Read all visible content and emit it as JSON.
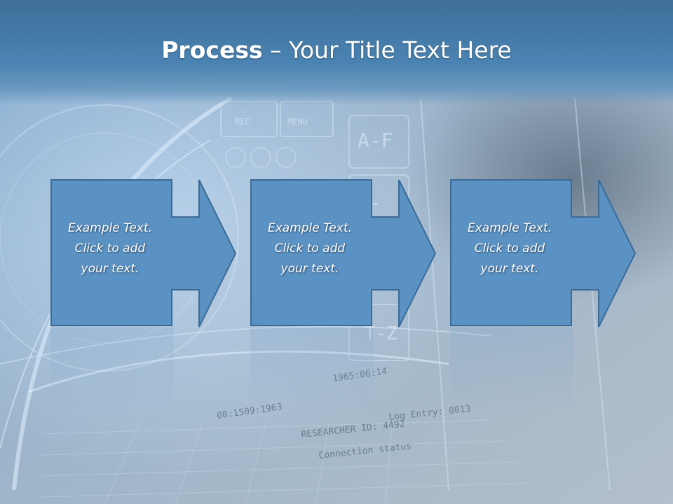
{
  "title": {
    "bold_part": "Process",
    "rest_part": " – Your Title Text Here"
  },
  "steps": [
    {
      "text": "Example Text.\nClick  to add\nyour text."
    },
    {
      "text": "Example Text.\nClick  to add\nyour text."
    },
    {
      "text": "Example Text.\nClick  to add\nyour text."
    }
  ],
  "background_hud": {
    "labels": [
      "A-F",
      "G-",
      "T-Z",
      "MENU",
      "REC"
    ],
    "log_lines": [
      "Log Entry:   0013",
      "RESEARCHER ID: 4492",
      "Connection status",
      "1965:06:14",
      "00:1509:1963"
    ]
  },
  "colors": {
    "title_bar": "#4a83b2",
    "box_fill": "#5b92c4",
    "box_stroke": "#3d6a94",
    "title_text": "#ffffff",
    "background": "#a9b9c9"
  }
}
